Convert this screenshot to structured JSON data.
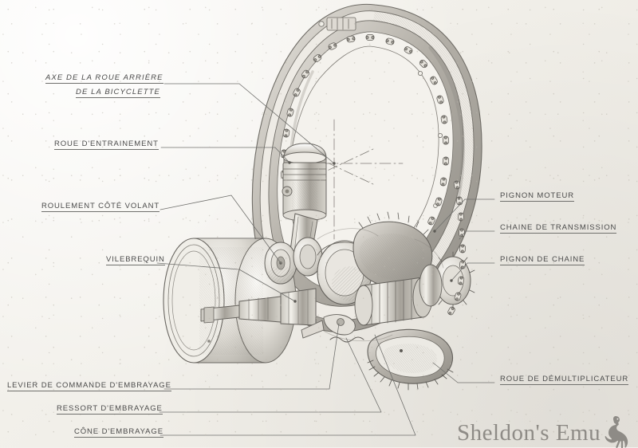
{
  "document": {
    "type": "technical-cutaway-diagram",
    "subject": "Moteur auxiliaire de bicyclette — vue en coupe",
    "language": "fr",
    "medium": "pencil and ink drawing on paper"
  },
  "labels_left": [
    {
      "id": "axe-roue-arriere",
      "line1": "AXE DE LA ROUE ARRIÈRE",
      "line2": "DE LA BICYCLETTE",
      "style": "italic"
    },
    {
      "id": "roue-entrainement",
      "line1": "ROUE D'ENTRAINEMENT",
      "line2": "",
      "style": "upright"
    },
    {
      "id": "roulement-cote-volant",
      "line1": "ROULEMENT CÔTÉ VOLANT",
      "line2": "",
      "style": "upright"
    },
    {
      "id": "vilebrequin",
      "line1": "VILEBREQUIN",
      "line2": "",
      "style": "upright"
    },
    {
      "id": "levier-commande-embrayage",
      "line1": "LEVIER DE COMMANDE D'EMBRAYAGE",
      "line2": "",
      "style": "upright"
    },
    {
      "id": "ressort-embrayage",
      "line1": "RESSORT D'EMBRAYAGE",
      "line2": "",
      "style": "upright"
    },
    {
      "id": "cone-embrayage",
      "line1": "CÔNE D'EMBRAYAGE",
      "line2": "",
      "style": "upright"
    }
  ],
  "labels_right": [
    {
      "id": "pignon-moteur",
      "text": "PIGNON MOTEUR"
    },
    {
      "id": "chaine-transmission",
      "text": "CHAINE DE TRANSMISSION"
    },
    {
      "id": "pignon-chaine",
      "text": "PIGNON DE CHAINE"
    },
    {
      "id": "roue-demultiplicateur",
      "text": "ROUE DE DÉMULTIPLICATEUR"
    }
  ],
  "watermark": {
    "text": "Sheldon's Emu",
    "icon": "emu-silhouette-icon",
    "color": "#8e8b86"
  },
  "colors": {
    "paper": "#f3f1ed",
    "ink": "#4a4a4a",
    "leader_line": "#70706d",
    "drawing_mid": "#9a978f",
    "drawing_dark": "#5c5a55"
  }
}
